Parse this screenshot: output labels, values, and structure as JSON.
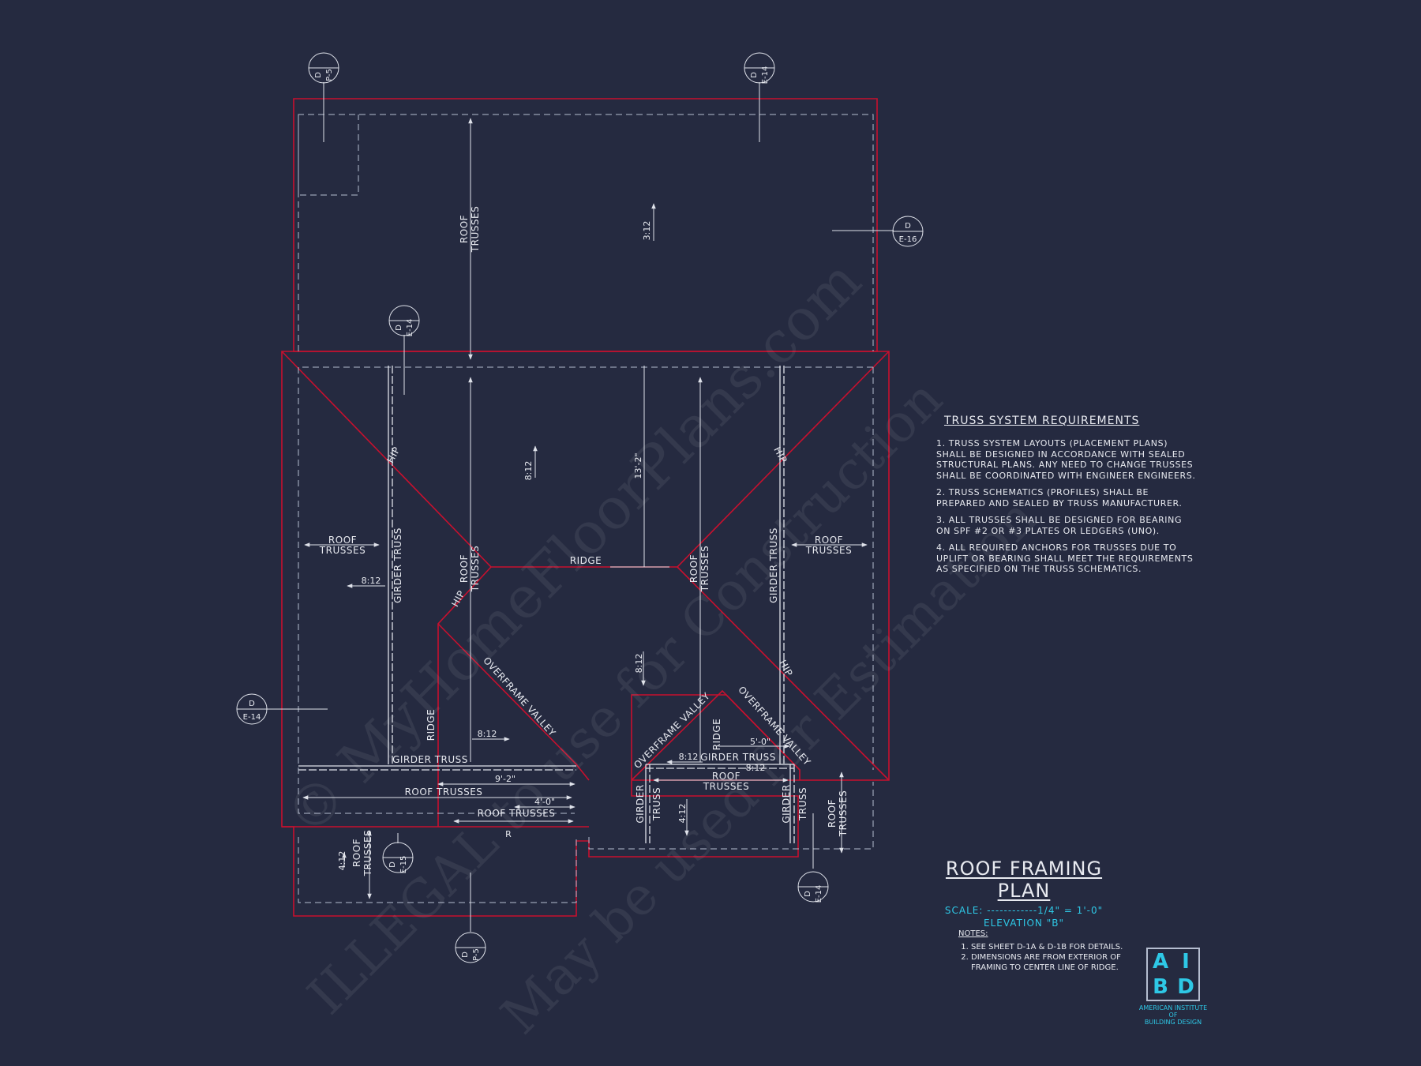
{
  "colors": {
    "background": "#252a40",
    "line": "#dfe2ea",
    "outline_red": "#c8102e",
    "accent_cyan": "#2ec8e6"
  },
  "labels": {
    "roof_trusses_line1": "ROOF",
    "roof_trusses_line2": "TRUSSES",
    "roof_trusses_one_line": "ROOF TRUSSES",
    "girder_truss": "GIRDER TRUSS",
    "girder": "GIRDER",
    "truss": "TRUSS",
    "hip": "HIP",
    "ridge": "RIDGE",
    "overframe_valley": "OVERFRAME VALLEY",
    "r_mark": "R"
  },
  "pitches": {
    "p3_12": "3:12",
    "p8_12": "8:12",
    "p4_12": "4:12"
  },
  "dimensions": {
    "d13_2": "13'-2\"",
    "d9_2": "9'-2\"",
    "d4_0": "4'-0\"",
    "d5_0": "5'-0\""
  },
  "section_cuts": {
    "detail": "D",
    "p5": "P-5",
    "e14": "E-14",
    "e16": "E-16",
    "e15": "E-15"
  },
  "truss_requirements": {
    "heading": "TRUSS SYSTEM REQUIREMENTS",
    "items": [
      "1. TRUSS SYSTEM LAYOUTS (PLACEMENT PLANS) SHALL BE DESIGNED IN ACCORDANCE WITH SEALED STRUCTURAL PLANS. ANY NEED TO CHANGE TRUSSES SHALL BE COORDINATED WITH ENGINEER ENGINEERS.",
      "2. TRUSS SCHEMATICS (PROFILES) SHALL BE PREPARED AND SEALED BY TRUSS MANUFACTURER.",
      "3. ALL TRUSSES SHALL BE DESIGNED FOR BEARING ON SPF #2 OR #3 PLATES OR LEDGERS (UNO).",
      "4. ALL REQUIRED ANCHORS FOR TRUSSES DUE TO UPLIFT OR BEARING SHALL MEET THE REQUIREMENTS AS SPECIFIED ON THE TRUSS SCHEMATICS."
    ]
  },
  "title_block": {
    "title": "ROOF FRAMING PLAN",
    "scale": "SCALE: ------------1/4\" = 1'-0\"",
    "elevation": "ELEVATION \"B\""
  },
  "notes": {
    "heading": "NOTES:",
    "items": [
      "SEE SHEET D-1A & D-1B FOR DETAILS.",
      "DIMENSIONS ARE FROM EXTERIOR OF FRAMING TO CENTER LINE OF RIDGE."
    ]
  },
  "logo": {
    "letters": [
      "A",
      "I",
      "B",
      "D"
    ],
    "caption_line1": "AMERICAN INSTITUTE",
    "caption_line2": "OF",
    "caption_line3": "BUILDING DESIGN"
  },
  "watermark": {
    "line1": "© MyHomeFloorPlans.com",
    "line2": "ILLEGAL to use for Construction",
    "line3": "May be used for Estimation"
  }
}
